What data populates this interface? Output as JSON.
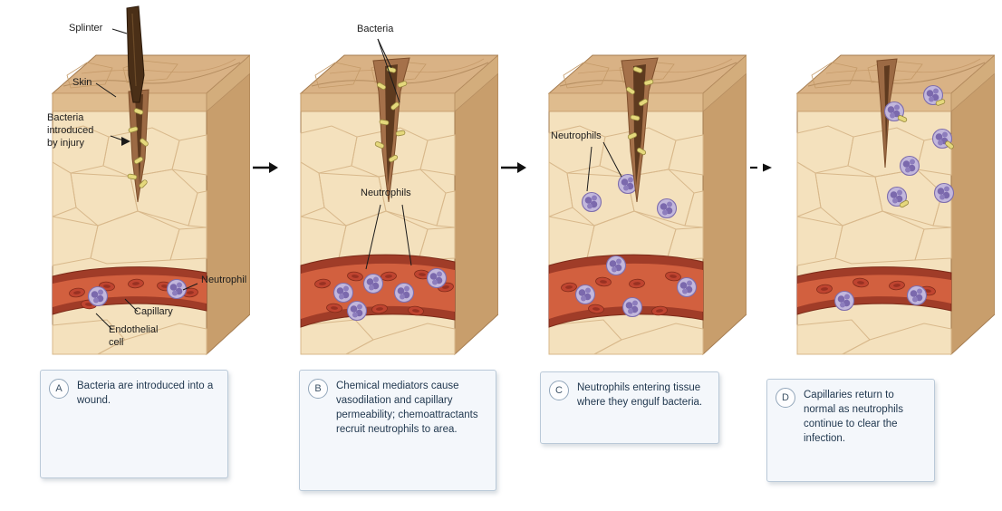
{
  "labels": {
    "splinter": "Splinter",
    "skin": "Skin",
    "bacteria_injury": "Bacteria introduced by injury",
    "neutrophil": "Neutrophil",
    "capillary": "Capillary",
    "endothelial": "Endothelial cell",
    "bacteria": "Bacteria",
    "neutrophils": "Neutrophils"
  },
  "captions": [
    {
      "letter": "A",
      "text": "Bacteria are introduced into a wound."
    },
    {
      "letter": "B",
      "text": "Chemical mediators cause vasodilation and capillary permeability; chemoattractants recruit neutrophils to area."
    },
    {
      "letter": "C",
      "text": "Neutrophils entering tissue where they engulf bacteria."
    },
    {
      "letter": "D",
      "text": "Capillaries return to normal as neutrophils continue to clear the infection."
    }
  ],
  "colors": {
    "skin_front": "#f4e1bd",
    "skin_top": "#d9b285",
    "vessel_wall": "#a03c28",
    "vessel_lumen": "#d2603f",
    "red_blood_cell": "#bf4430",
    "neutrophil": "#c2b7dc",
    "bacteria": "#e5d87c",
    "caption_bg": "#f4f7fb",
    "caption_border": "#bac9d8"
  }
}
